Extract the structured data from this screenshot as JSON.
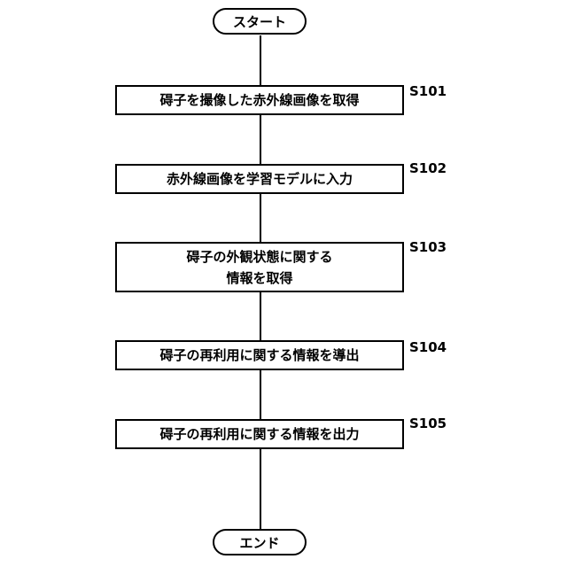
{
  "start_label": "スタート",
  "end_label": "エンド",
  "steps": [
    {
      "id": "S101",
      "lines": [
        "碍子を撮像した赤外線画像を取得"
      ]
    },
    {
      "id": "S102",
      "lines": [
        "赤外線画像を学習モデルに入力"
      ]
    },
    {
      "id": "S103",
      "lines": [
        "碍子の外観状態に関する",
        "情報を取得"
      ]
    },
    {
      "id": "S104",
      "lines": [
        "碍子の再利用に関する情報を導出"
      ]
    },
    {
      "id": "S105",
      "lines": [
        "碍子の再利用に関する情報を出力"
      ]
    }
  ]
}
